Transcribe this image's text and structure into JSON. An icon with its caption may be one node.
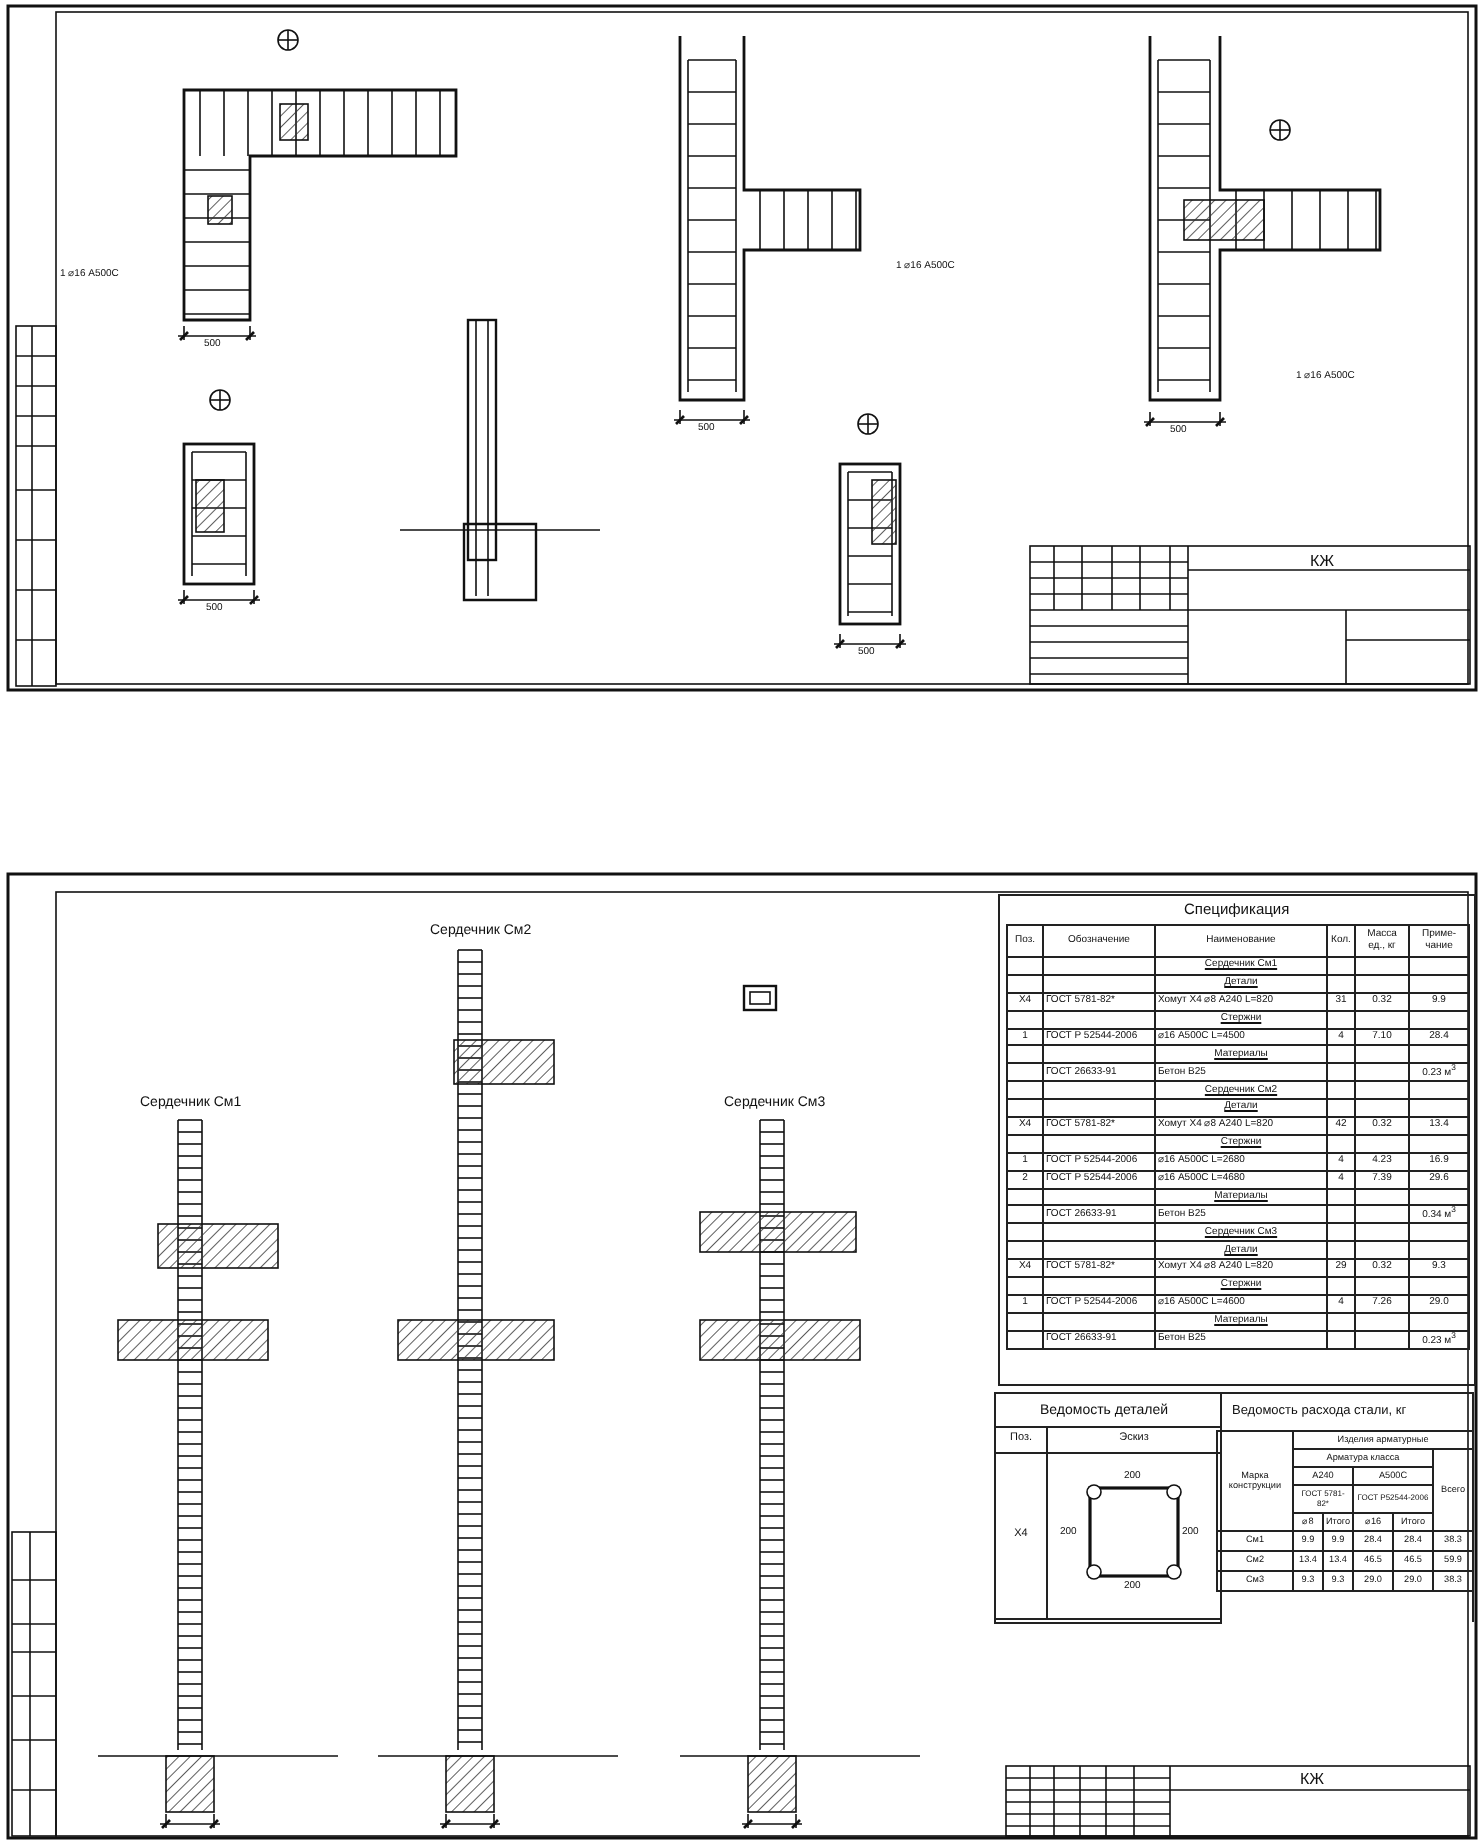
{
  "diagram": {
    "labels": [
      "Сердечник См2",
      "Сердечник См1",
      "Сердечник См3",
      "500",
      "500",
      "500",
      "500",
      "500",
      "1 ⌀16 А500С",
      "1 ⌀16 А500С",
      "1 ⌀16 А500С",
      "КЖ",
      "Спецификация",
      "Поз.",
      "Обозначение",
      "Наименование",
      "Кол.",
      "Масса ед., кг",
      "Приме-чание",
      "Сердечник См1",
      "Детали",
      "Х4",
      "ГОСТ 5781-82*",
      "Хомут Х4 ⌀8 А240 L=820",
      "31",
      "0.32",
      "9.9",
      "Стержни",
      "1",
      "ГОСТ Р 52544-2006",
      "⌀16 А500С L=4500",
      "4",
      "7.10",
      "28.4",
      "Материалы",
      "ГОСТ 26633-91",
      "Бетон В25",
      "0.23 м$^{3}$",
      "Сердечник См2",
      "Детали",
      "Х4",
      "ГОСТ 5781-82*",
      "Хомут Х4 ⌀8 А240 L=820",
      "42",
      "0.32",
      "13.4",
      "Стержни",
      "1",
      "ГОСТ Р 52544-2006",
      "⌀16 А500С L=2680",
      "4",
      "4.23",
      "16.9",
      "2",
      "ГОСТ Р 52544-2006",
      "⌀16 А500С L=4680",
      "4",
      "7.39",
      "29.6",
      "Материалы",
      "ГОСТ 26633-91",
      "Бетон В25",
      "0.34 м$^{3}$",
      "Сердечник См3",
      "Детали",
      "Х4",
      "ГОСТ 5781-82*",
      "Хомут Х4 ⌀8 А240 L=820",
      "29",
      "0.32",
      "9.3",
      "Стержни",
      "1",
      "ГОСТ Р 52544-2006",
      "⌀16 А500С L=4600",
      "4",
      "7.26",
      "29.0",
      "Материалы",
      "ГОСТ 26633-91",
      "Бетон В25",
      "0.23 м$^{3}$",
      "Ведомость деталей",
      "Поз.",
      "Эскиз",
      "Х4",
      "200",
      "200",
      "200",
      "200",
      "Ведомость расхода стали, кг",
      "Марка конструкции",
      "Изделия арматурные",
      "Арматура класса",
      "Всего",
      "А240",
      "А500С",
      "ГОСТ 5781-82*",
      "ГОСТ Р52544-2006",
      "⌀8",
      "Итого",
      "⌀16",
      "Итого",
      "См1",
      "9.9",
      "9.9",
      "28.4",
      "28.4",
      "38.3",
      "См2",
      "13.4",
      "13.4",
      "46.5",
      "46.5",
      "59.9",
      "См3",
      "9.3",
      "9.3",
      "29.0",
      "29.0",
      "38.3",
      "КЖ"
    ]
  }
}
